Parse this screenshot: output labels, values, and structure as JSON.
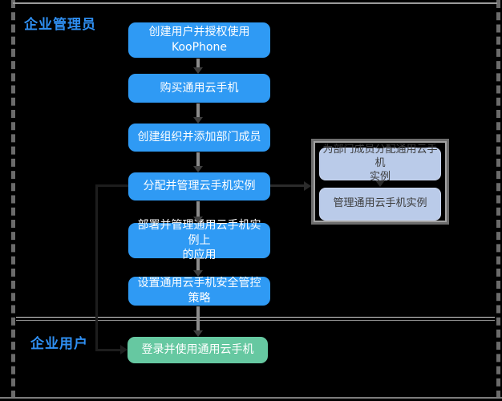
{
  "diagram": {
    "lane_admin": "企业管理员",
    "lane_user": "企业用户",
    "steps": {
      "create_user": "创建用户并授权使用\nKooPhone",
      "buy_phone": "购买通用云手机",
      "create_org": "创建组织并添加部门成员",
      "assign_manage": "分配并管理云手机实例",
      "deploy_apps": "部署并管理通用云手机实例上\n的应用",
      "security_policy": "设置通用云手机安全管控策略",
      "login_use": "登录并使用通用云手机"
    },
    "side_group": {
      "assign_members": "为部门成员分配通用云手机\n实例",
      "manage_instance": "管理通用云手机实例"
    },
    "colors": {
      "step_blue": "#2f9af4",
      "final_green": "#66c8a1",
      "side_lavender": "#bacbe9",
      "lane_label_blue": "#2f8ff2",
      "arrow_shaft_gray": "#8c8c8c",
      "arrow_head_dark": "#3f3f3f",
      "connector_dark": "#1d1d1d",
      "frame_gray": "#6b6b6b",
      "background": "#000000"
    }
  }
}
